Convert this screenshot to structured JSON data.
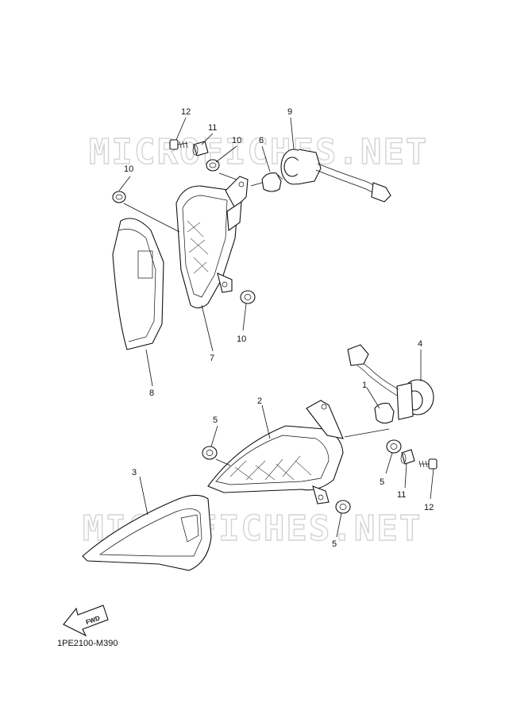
{
  "watermark": "MICROFICHES.NET",
  "diagram_code": "1PE2100-M390",
  "fwd_label": "FWD",
  "labels": {
    "p1": "1",
    "p2": "2",
    "p3": "3",
    "p4": "4",
    "p5a": "5",
    "p5b": "5",
    "p5c": "5",
    "p6": "6",
    "p7": "7",
    "p8": "8",
    "p9": "9",
    "p10a": "10",
    "p10b": "10",
    "p10c": "10",
    "p11a": "11",
    "p11b": "11",
    "p12a": "12",
    "p12b": "12"
  }
}
